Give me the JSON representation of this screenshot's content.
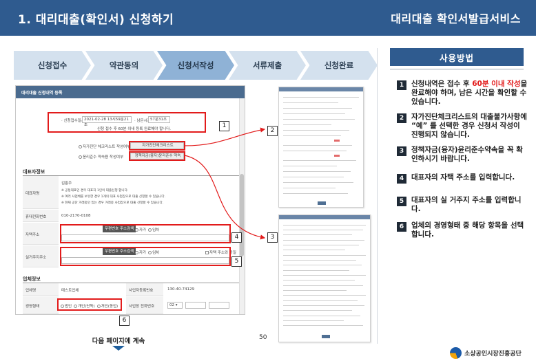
{
  "header": {
    "title_left": "1. 대리대출(확인서) 신청하기",
    "title_right": "대리대출 확인서발급서비스"
  },
  "steps": [
    {
      "label": "신청접수",
      "active": false
    },
    {
      "label": "약관동의",
      "active": false
    },
    {
      "label": "신청서작성",
      "active": true
    },
    {
      "label": "서류제출",
      "active": false
    },
    {
      "label": "신청완료",
      "active": false
    }
  ],
  "form": {
    "topbar_title": "대리대출 신청내역 등록",
    "apply_datetime_label": "· 신청접수일시",
    "apply_datetime_value": "2021-02-28 13시59분21초",
    "remaining_label": "· 남은시간",
    "remaining_value": "57분31초",
    "notice": "신청 접수 후 60분 이내 등록 완료해야 합니다.",
    "checklist_label": "자가진단 체크리스트 작성여부",
    "checklist_button": "자가진단체크리스트",
    "pledge_label": "윤리준수 약속용 작성여부",
    "pledge_button": "정책자금(융자)윤리준수 약속",
    "rep_section": "대표자정보",
    "rep_name_label": "대표자명",
    "rep_name_value": "김홍주",
    "rep_notes": [
      "※ 공동대표인 경우 대표자 1인이 대출신청 합니다.",
      "※ 여러 사업체를 보유한 경우 1개의 대표 사업장으로 대출 신청할 수 있습니다.",
      "※ 현재 공단 거래중인 있는 경우 거래중 사업장으로 대출 신청할 수 있습니다."
    ],
    "phone_label": "휴대전화번호",
    "phone_value": "010-2170-0108",
    "home_addr_label": "자택주소",
    "home_addr_button": "우편번호 주소검색",
    "home_radio_1": "자가",
    "home_radio_2": "임차",
    "live_addr_label": "실거주지주소",
    "live_addr_button": "우편번호 주소검색",
    "live_radio_1": "자가",
    "live_radio_2": "임차",
    "same_as_home": "자택 주소와 동일",
    "biz_section": "업체정보",
    "biz_name_label": "업체명",
    "biz_name_value": "테스트업체",
    "biz_reg_label": "사업자등록번호",
    "biz_reg_value": "130-40-74129",
    "biz_type_label": "경영형태",
    "biz_type_options": [
      "법인",
      "개인(단독)",
      "개인(동업)"
    ],
    "biz_phone_label": "사업장 전화번호",
    "biz_phone_value": "02"
  },
  "badges": [
    "1",
    "2",
    "3",
    "4",
    "5",
    "6"
  ],
  "howto": {
    "title": "사용방법",
    "items": [
      {
        "num": "1",
        "pre": "신청내역은 접수 후 ",
        "highlight": "60분 이내 작성",
        "post": "을 완료해야 하며, 남은 시간을 확인할 수 있습니다."
      },
      {
        "num": "2",
        "pre": "자가진단체크리스트의 대출불가사항에 “예” 를 선택한 경우 신청서 작성이 진행되지 않습니다.",
        "highlight": "",
        "post": ""
      },
      {
        "num": "3",
        "pre": "정책자금(융자)윤리준수약속을 꼭 확인하시기 바랍니다.",
        "highlight": "",
        "post": ""
      },
      {
        "num": "4",
        "pre": "대표자의 자택 주소를 입력합니다.",
        "highlight": "",
        "post": ""
      },
      {
        "num": "5",
        "pre": "대표자의 실 거주지 주소를 입력합니다.",
        "highlight": "",
        "post": ""
      },
      {
        "num": "6",
        "pre": "업체의 경영형태 중 해당 항목을 선택합니다.",
        "highlight": "",
        "post": ""
      }
    ]
  },
  "footer": {
    "next_label": "다음 페이지에 계속",
    "page_number": "50",
    "org_name": "소상공인시장진흥공단"
  },
  "colors": {
    "header_bg": "#2f5b8f",
    "highlight_red": "#e21b1b",
    "step_active": "#8fb2d6",
    "step_inactive": "#d4e1ee"
  }
}
